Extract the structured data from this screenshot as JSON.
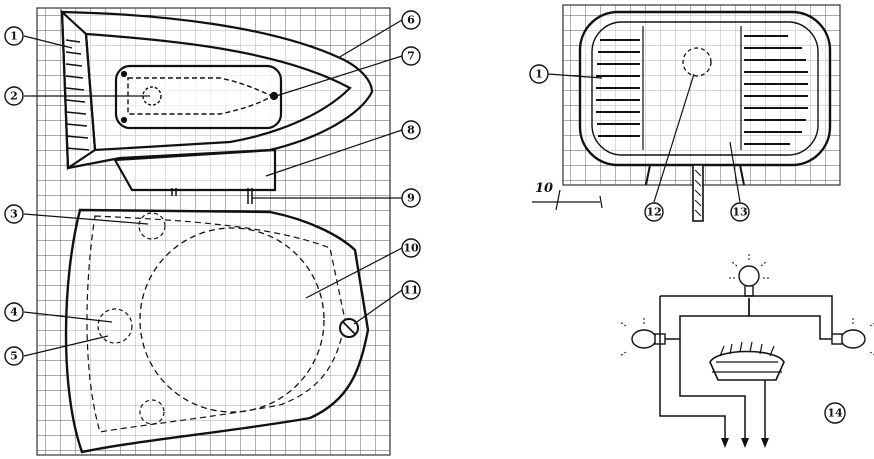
{
  "callouts": {
    "c1": "1",
    "c2": "2",
    "c3": "3",
    "c4": "4",
    "c5": "5",
    "c6": "6",
    "c7": "7",
    "c8": "8",
    "c9": "9",
    "c10": "10",
    "c11": "11",
    "c1b": "1",
    "c12": "12",
    "c13": "13",
    "c14": "14"
  },
  "scale_label": "10",
  "colors": {
    "ink": "#111111",
    "grid": "#444444",
    "paper": "#ffffff"
  }
}
